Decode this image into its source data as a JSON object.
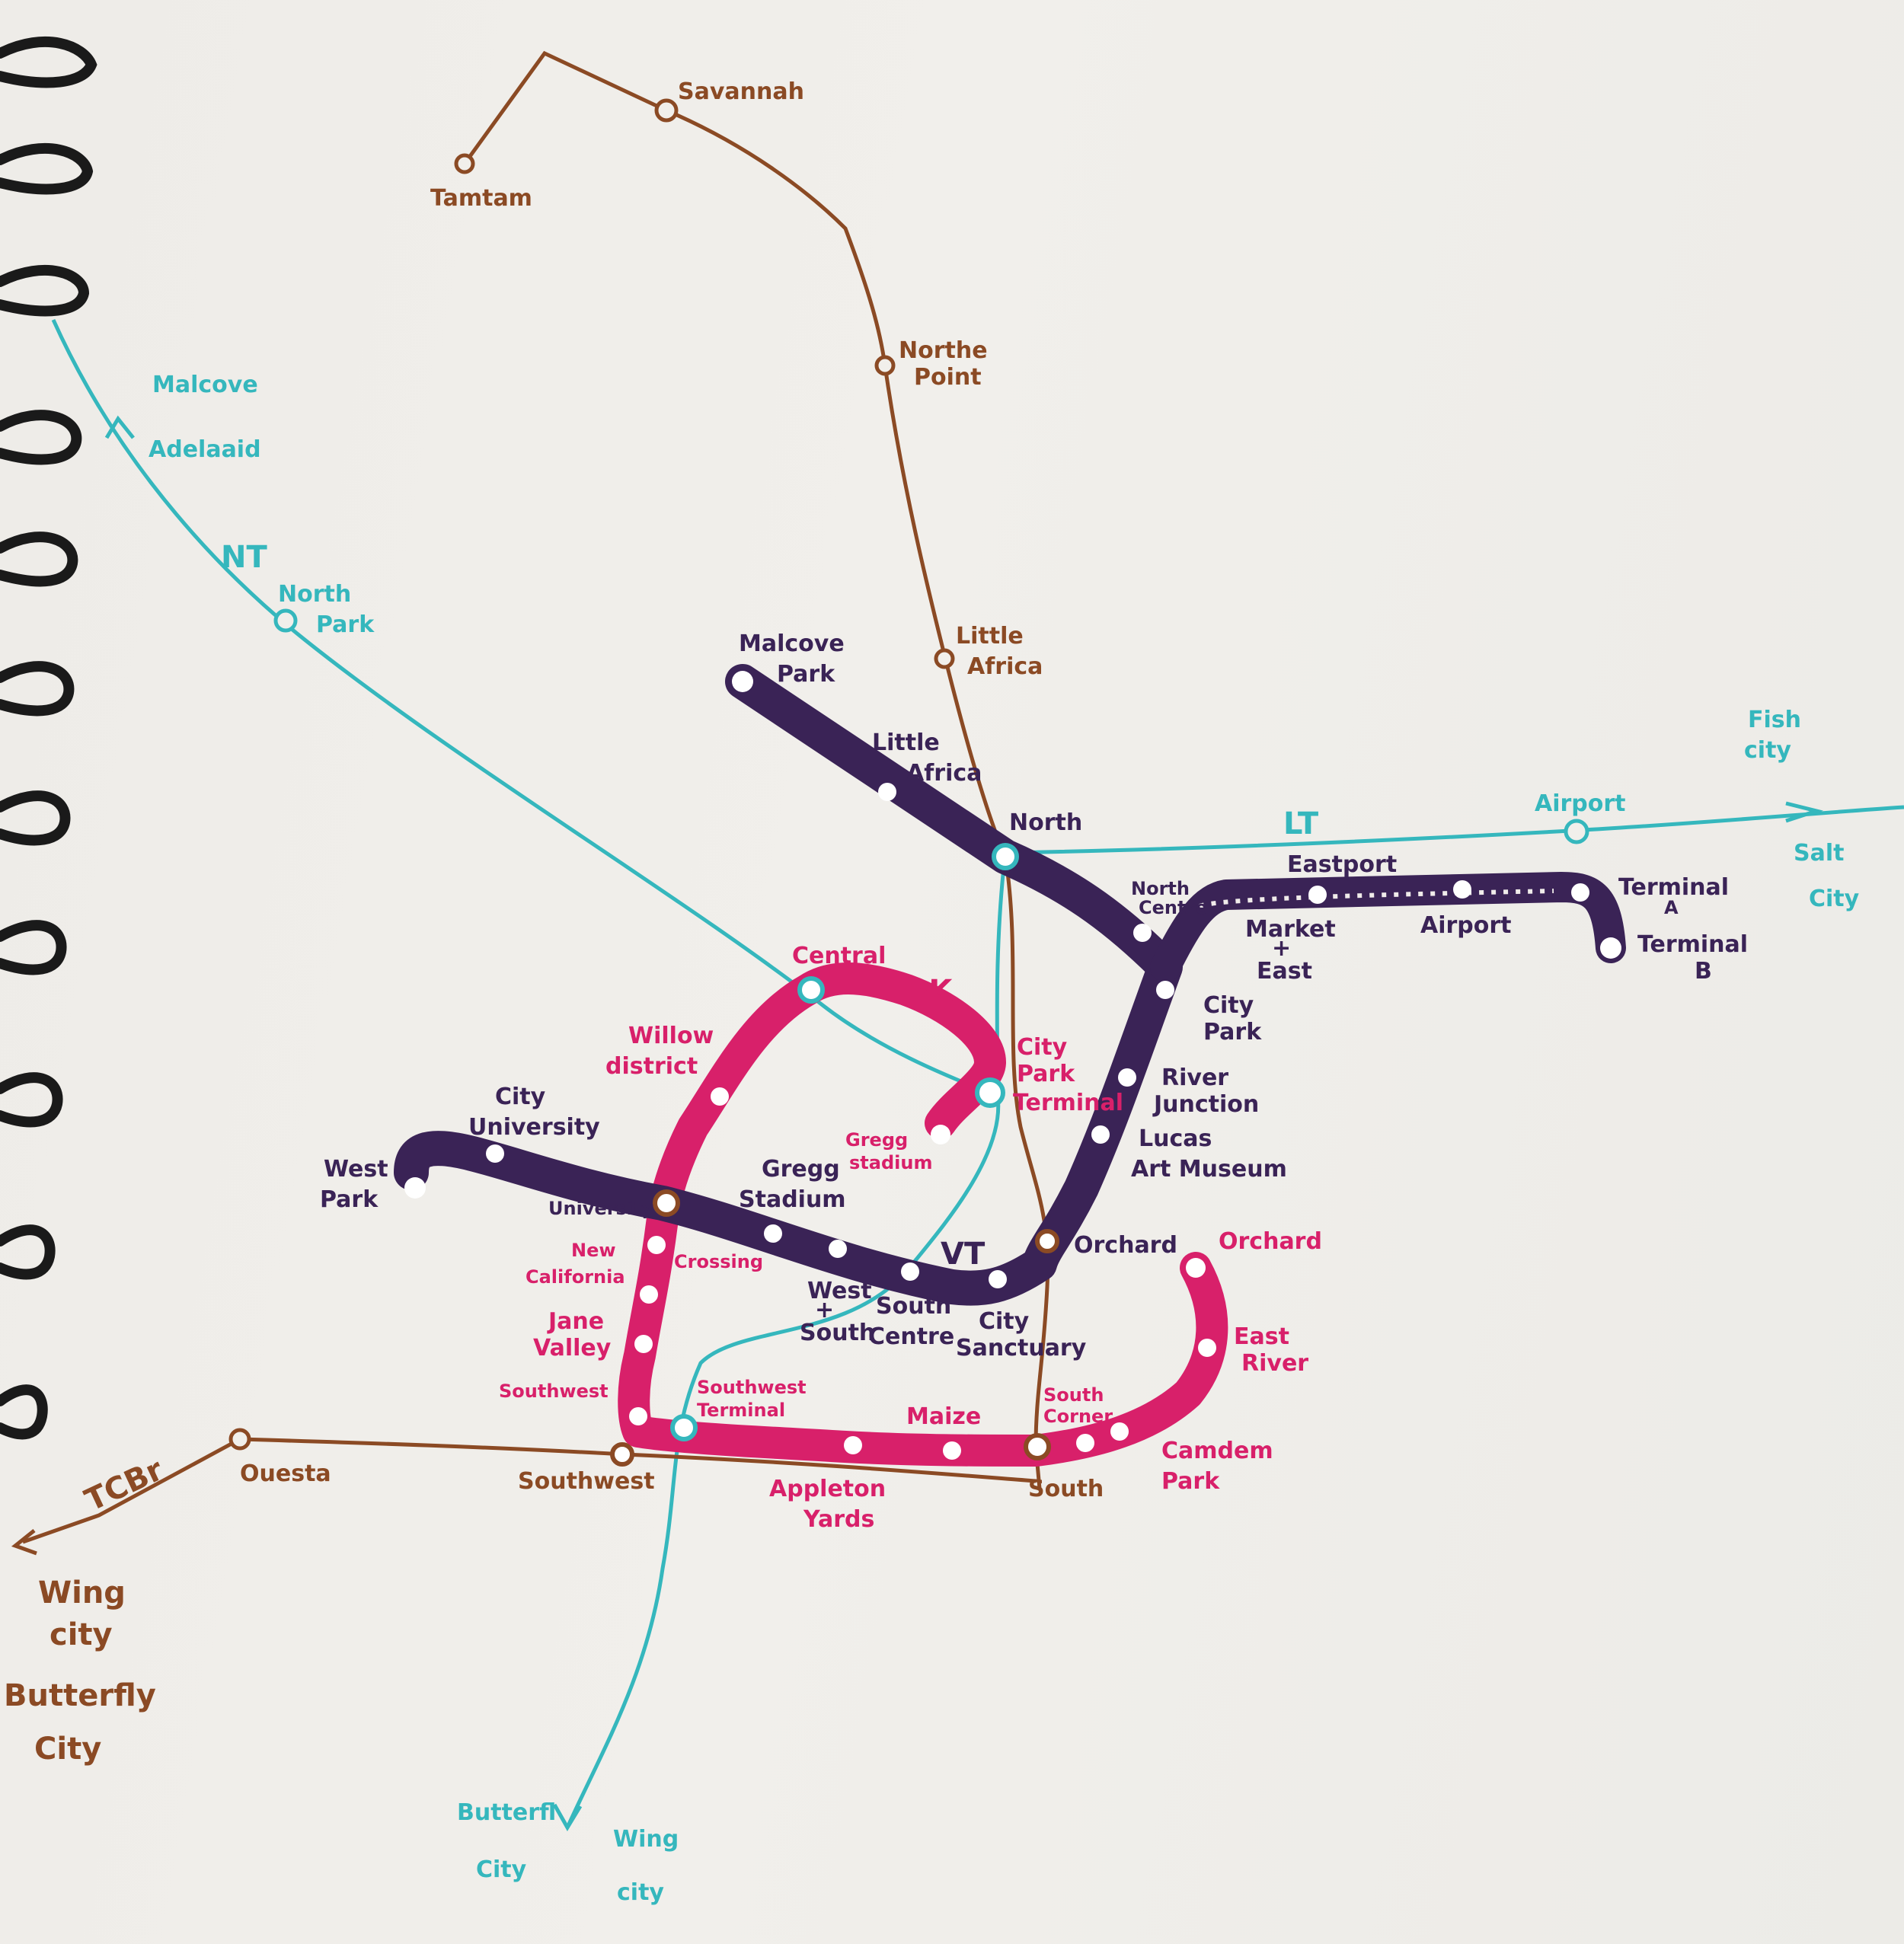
{
  "colors": {
    "brown_line": "#8b4a24",
    "purple_line": "#3a2356",
    "magenta_line": "#d8206a",
    "teal_line": "#35b7bd",
    "paper": "#efede9",
    "binding": "#1a1a1a"
  },
  "lines": {
    "brown": {
      "stations": {
        "tamtam": "Tamtam",
        "savannah": "Savannah",
        "northe_point_1": "Northe",
        "northe_point_2": "Point",
        "little_africa_1": "Little",
        "little_africa_2": "Africa",
        "ouesta": "Ouesta",
        "southwest": "Southwest",
        "south": "South"
      },
      "tcbr_label": "TCBr",
      "destinations": [
        "Wing",
        "city",
        "Butterfly",
        "City"
      ]
    },
    "purple": {
      "stations": {
        "malcove_park_1": "Malcove",
        "malcove_park_2": "Park",
        "little_africa_1": "Little",
        "little_africa_2": "Africa",
        "north": "North",
        "north_centre_1": "North",
        "north_centre_2": "Centre",
        "eastport": "Eastport",
        "market_east_1": "Market",
        "market_east_2": "+",
        "market_east_3": "East",
        "airport": "Airport",
        "terminal_a_1": "Terminal",
        "terminal_a_2": "A",
        "terminal_b_1": "Terminal",
        "terminal_b_2": "B",
        "city_park_1": "City",
        "city_park_2": "Park",
        "river_junction_1": "River",
        "river_junction_2": "Junction",
        "lucas_1": "Lucas",
        "lucas_2": "Art Museum",
        "orchard": "Orchard",
        "city_sanctuary_1": "City",
        "city_sanctuary_2": "Sanctuary",
        "south_centre_1": "South",
        "south_centre_2": "Centre",
        "west_south_1": "West",
        "west_south_2": "+",
        "west_south_3": "South",
        "gregg_stadium_1": "Gregg",
        "gregg_stadium_2": "Stadium",
        "university": "University",
        "city_university_1": "City",
        "city_university_2": "University",
        "west_park_1": "West",
        "west_park_2": "Park"
      },
      "vt_label": "VT"
    },
    "magenta": {
      "stations": {
        "central": "Central",
        "willow_1": "Willow",
        "willow_2": "district",
        "city_park_terminal_1": "City",
        "city_park_terminal_2": "Park",
        "city_park_terminal_3": "Terminal",
        "gregg_stadium_1": "Gregg",
        "gregg_stadium_2": "stadium",
        "crossing": "Crossing",
        "new_california_1": "New",
        "new_california_2": "California",
        "jane_valley_1": "Jane",
        "jane_valley_2": "Valley",
        "southwest": "Southwest",
        "southwest_terminal_1": "Southwest",
        "southwest_terminal_2": "Terminal",
        "maize": "Maize",
        "appleton_1": "Appleton",
        "appleton_2": "Yards",
        "south_corner_1": "South",
        "south_corner_2": "Corner",
        "camden_1": "Camdem",
        "camden_2": "Park",
        "east_river_1": "East",
        "east_river_2": "River",
        "orchard": "Orchard"
      },
      "pk_label": "PK"
    },
    "teal": {
      "stations": {
        "north_park_1": "North",
        "north_park_2": "Park",
        "airport": "Airport"
      },
      "nt_label": "NT",
      "lt_label": "LT",
      "destinations_nw": [
        "Malcove",
        "Adelaaid"
      ],
      "destinations_e1": [
        "Fish",
        "city"
      ],
      "destinations_e2": [
        "Salt",
        "City"
      ],
      "destinations_s1": [
        "Butterfl",
        "City"
      ],
      "destinations_s2": [
        "Wing",
        "city"
      ]
    }
  }
}
